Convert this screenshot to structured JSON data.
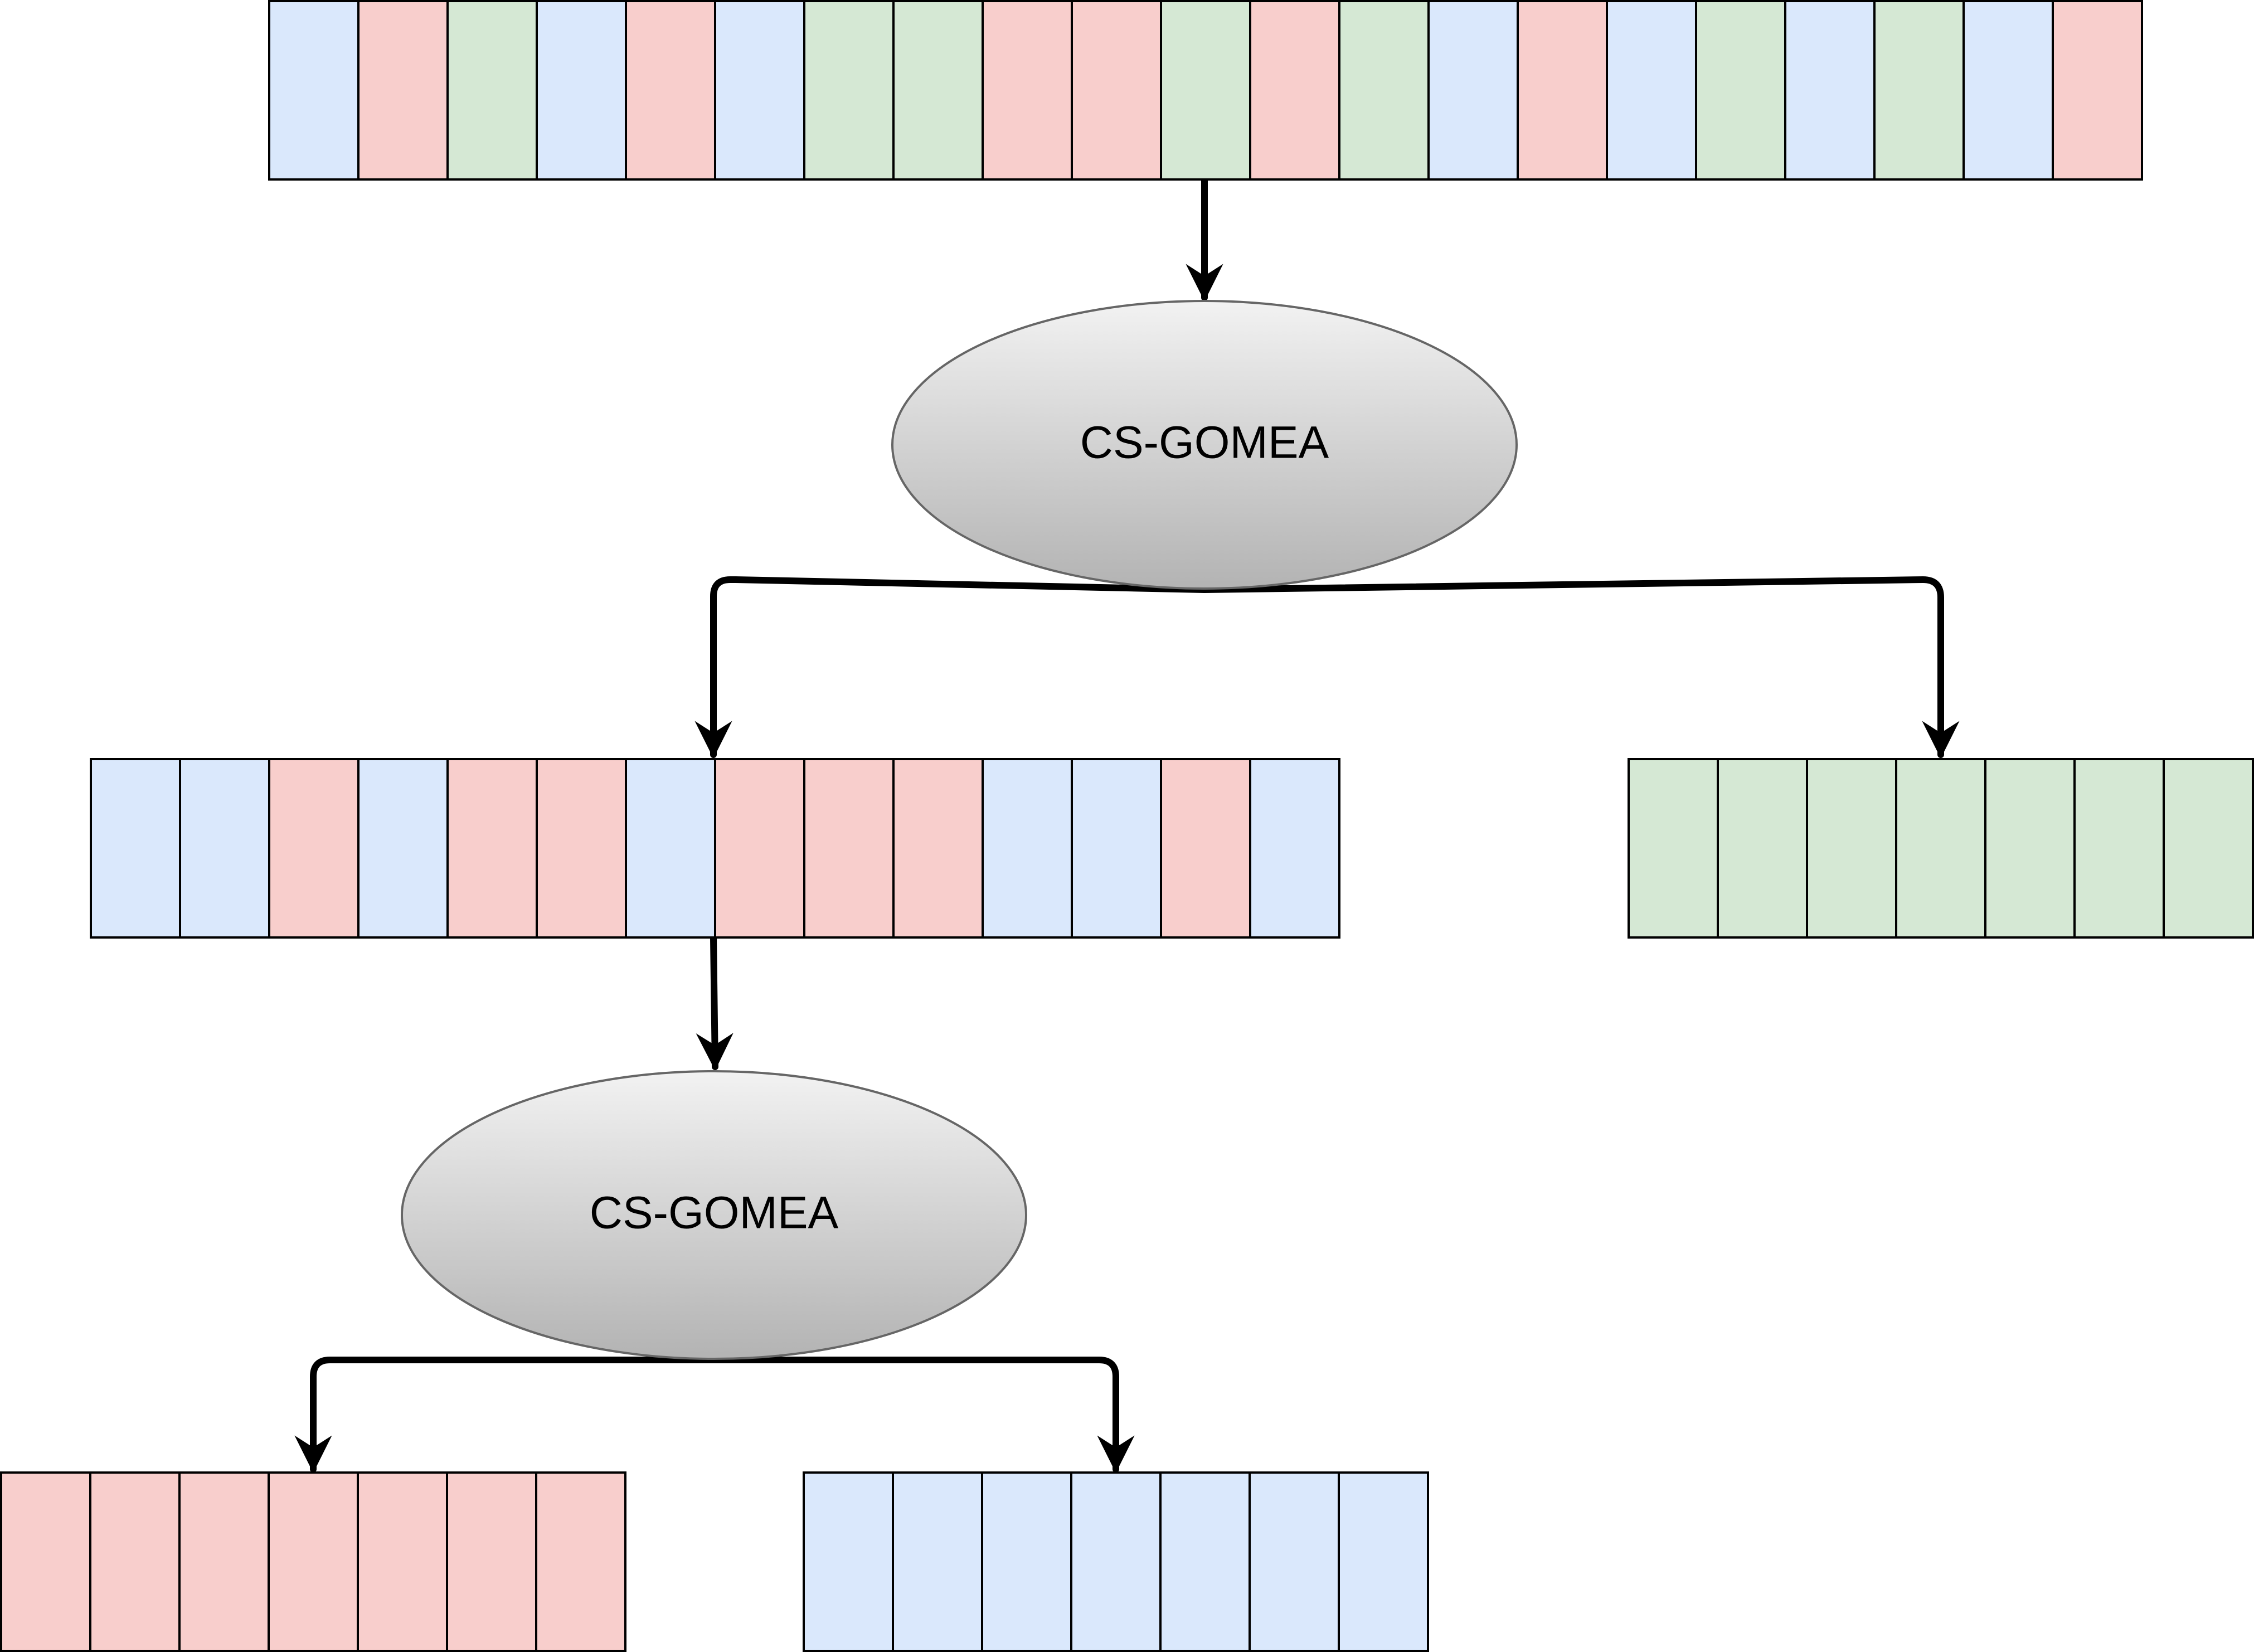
{
  "palette": {
    "blue": "#dae8fc",
    "red": "#f8cecc",
    "green": "#d5e8d4",
    "ellipse_top": "#f2f2f2",
    "ellipse_bottom": "#b3b3b3"
  },
  "arrays": {
    "root": [
      "blue",
      "red",
      "green",
      "blue",
      "red",
      "blue",
      "green",
      "green",
      "red",
      "red",
      "green",
      "red",
      "green",
      "blue",
      "red",
      "blue",
      "green",
      "blue",
      "green",
      "blue",
      "red"
    ],
    "mid_left": [
      "blue",
      "blue",
      "red",
      "blue",
      "red",
      "red",
      "blue",
      "red",
      "red",
      "red",
      "blue",
      "blue",
      "red",
      "blue"
    ],
    "mid_right": [
      "green",
      "green",
      "green",
      "green",
      "green",
      "green",
      "green"
    ],
    "leaf_left": [
      "red",
      "red",
      "red",
      "red",
      "red",
      "red",
      "red"
    ],
    "leaf_right": [
      "blue",
      "blue",
      "blue",
      "blue",
      "blue",
      "blue",
      "blue"
    ]
  },
  "nodes": {
    "top": {
      "label": "CS-GOMEA"
    },
    "bottom": {
      "label": "CS-GOMEA"
    }
  }
}
